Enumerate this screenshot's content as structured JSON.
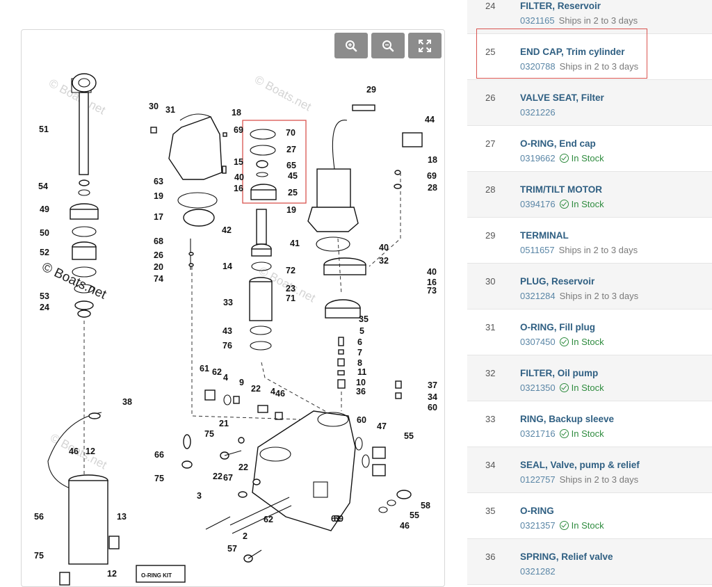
{
  "diagram": {
    "watermark": "© Boats.net",
    "kit_label": "O-RING KIT",
    "callouts": [
      "51",
      "30",
      "31",
      "18",
      "69",
      "70",
      "27",
      "65",
      "45",
      "25",
      "15",
      "40",
      "16",
      "63",
      "19",
      "54",
      "49",
      "17",
      "50",
      "52",
      "53",
      "24",
      "68",
      "26",
      "20",
      "74",
      "42",
      "14",
      "33",
      "43",
      "76",
      "29",
      "44",
      "18",
      "69",
      "28",
      "19",
      "41",
      "40",
      "32",
      "72",
      "40",
      "16",
      "73",
      "23",
      "71",
      "35",
      "5",
      "6",
      "7",
      "8",
      "11",
      "10",
      "36",
      "37",
      "34",
      "60",
      "61",
      "62",
      "4",
      "9",
      "22",
      "4",
      "46",
      "38",
      "46",
      "12",
      "75",
      "21",
      "66",
      "22",
      "67",
      "22",
      "75",
      "3",
      "62",
      "61",
      "60",
      "47",
      "55",
      "56",
      "13",
      "2",
      "57",
      "59",
      "58",
      "55",
      "46",
      "75",
      "12"
    ]
  },
  "zoom_controls": {
    "zoom_in": "zoom-in-icon",
    "zoom_out": "zoom-out-icon",
    "fullscreen": "fullscreen-icon"
  },
  "parts": [
    {
      "num": "24",
      "name": "FILTER, Reservoir",
      "pn": "0321165",
      "status": "Ships in 2 to 3 days",
      "in_stock": false
    },
    {
      "num": "25",
      "name": "END CAP, Trim cylinder",
      "pn": "0320788",
      "status": "Ships in 2 to 3 days",
      "in_stock": false
    },
    {
      "num": "26",
      "name": "VALVE SEAT, Filter",
      "pn": "0321226",
      "status": "",
      "in_stock": false
    },
    {
      "num": "27",
      "name": "O-RING, End cap",
      "pn": "0319662",
      "status": "In Stock",
      "in_stock": true
    },
    {
      "num": "28",
      "name": "TRIM/TILT MOTOR",
      "pn": "0394176",
      "status": "In Stock",
      "in_stock": true
    },
    {
      "num": "29",
      "name": "TERMINAL",
      "pn": "0511657",
      "status": "Ships in 2 to 3 days",
      "in_stock": false
    },
    {
      "num": "30",
      "name": "PLUG, Reservoir",
      "pn": "0321284",
      "status": "Ships in 2 to 3 days",
      "in_stock": false
    },
    {
      "num": "31",
      "name": "O-RING, Fill plug",
      "pn": "0307450",
      "status": "In Stock",
      "in_stock": true
    },
    {
      "num": "32",
      "name": "FILTER, Oil pump",
      "pn": "0321350",
      "status": "In Stock",
      "in_stock": true
    },
    {
      "num": "33",
      "name": "RING, Backup sleeve",
      "pn": "0321716",
      "status": "In Stock",
      "in_stock": true
    },
    {
      "num": "34",
      "name": "SEAL, Valve, pump & relief",
      "pn": "0122757",
      "status": "Ships in 2 to 3 days",
      "in_stock": false
    },
    {
      "num": "35",
      "name": "O-RING",
      "pn": "0321357",
      "status": "In Stock",
      "in_stock": true
    },
    {
      "num": "36",
      "name": "SPRING, Relief valve",
      "pn": "0321282",
      "status": "",
      "in_stock": false
    }
  ],
  "colors": {
    "link": "#2f5f82",
    "part_number": "#5a86a6",
    "in_stock": "#2e8b3e",
    "highlight": "#d9534f"
  }
}
